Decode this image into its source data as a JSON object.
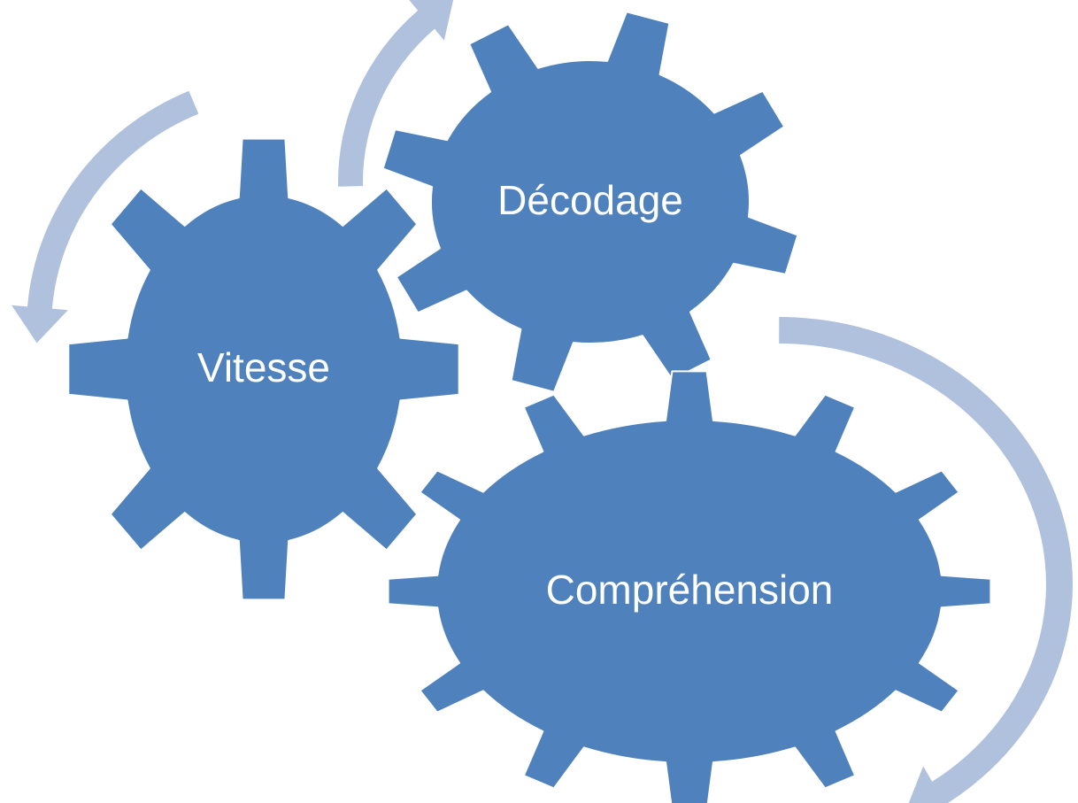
{
  "colors": {
    "gear_fill": "#4F81BD",
    "gear_stroke": "#ffffff",
    "arrow_fill": "#B0C1DD",
    "label_color": "#ffffff",
    "background": "#ffffff"
  },
  "gears": [
    {
      "id": "vitesse",
      "label": "Vitesse",
      "teeth": 8
    },
    {
      "id": "decodage",
      "label": "Décodage",
      "teeth": 8
    },
    {
      "id": "comprehension",
      "label": "Compréhension",
      "teeth": 12
    }
  ],
  "arrows": [
    {
      "id": "vitesse-cycle-arrow",
      "direction": "counter-clockwise"
    },
    {
      "id": "decodage-cycle-arrow",
      "direction": "clockwise"
    },
    {
      "id": "comprehension-cycle-arrow",
      "direction": "clockwise"
    }
  ]
}
